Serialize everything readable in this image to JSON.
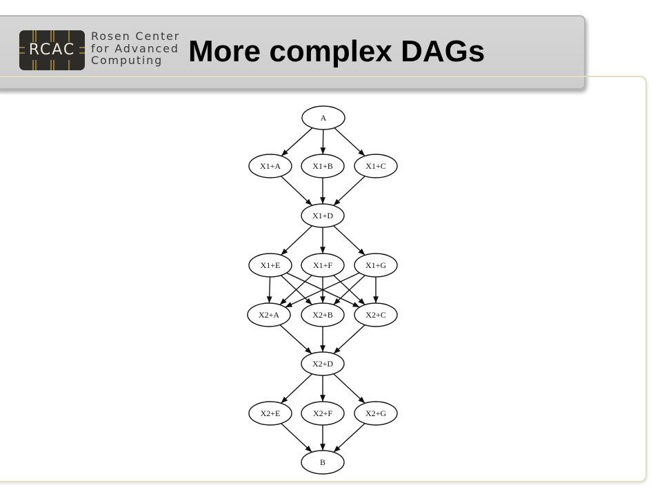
{
  "logo": {
    "mark": "RCAC",
    "subtitle_lines": [
      "Rosen Center",
      "for Advanced",
      "Computing"
    ]
  },
  "slide": {
    "title": "More complex DAGs"
  },
  "dag": {
    "nodes": [
      {
        "id": "A",
        "label": "A"
      },
      {
        "id": "X1A",
        "label": "X1+A"
      },
      {
        "id": "X1B",
        "label": "X1+B"
      },
      {
        "id": "X1C",
        "label": "X1+C"
      },
      {
        "id": "X1D",
        "label": "X1+D"
      },
      {
        "id": "X1E",
        "label": "X1+E"
      },
      {
        "id": "X1F",
        "label": "X1+F"
      },
      {
        "id": "X1G",
        "label": "X1+G"
      },
      {
        "id": "X2A",
        "label": "X2+A"
      },
      {
        "id": "X2B",
        "label": "X2+B"
      },
      {
        "id": "X2C",
        "label": "X2+C"
      },
      {
        "id": "X2D",
        "label": "X2+D"
      },
      {
        "id": "X2E",
        "label": "X2+E"
      },
      {
        "id": "X2F",
        "label": "X2+F"
      },
      {
        "id": "X2G",
        "label": "X2+G"
      },
      {
        "id": "B",
        "label": "B"
      }
    ],
    "edges": [
      [
        "A",
        "X1A"
      ],
      [
        "A",
        "X1B"
      ],
      [
        "A",
        "X1C"
      ],
      [
        "X1A",
        "X1D"
      ],
      [
        "X1B",
        "X1D"
      ],
      [
        "X1C",
        "X1D"
      ],
      [
        "X1D",
        "X1E"
      ],
      [
        "X1D",
        "X1F"
      ],
      [
        "X1D",
        "X1G"
      ],
      [
        "X1E",
        "X2A"
      ],
      [
        "X1E",
        "X2B"
      ],
      [
        "X1E",
        "X2C"
      ],
      [
        "X1F",
        "X2A"
      ],
      [
        "X1F",
        "X2B"
      ],
      [
        "X1F",
        "X2C"
      ],
      [
        "X1G",
        "X2A"
      ],
      [
        "X1G",
        "X2B"
      ],
      [
        "X1G",
        "X2C"
      ],
      [
        "X2A",
        "X2D"
      ],
      [
        "X2B",
        "X2D"
      ],
      [
        "X2C",
        "X2D"
      ],
      [
        "X2D",
        "X2E"
      ],
      [
        "X2D",
        "X2F"
      ],
      [
        "X2D",
        "X2G"
      ],
      [
        "X2E",
        "B"
      ],
      [
        "X2F",
        "B"
      ],
      [
        "X2G",
        "B"
      ]
    ]
  }
}
